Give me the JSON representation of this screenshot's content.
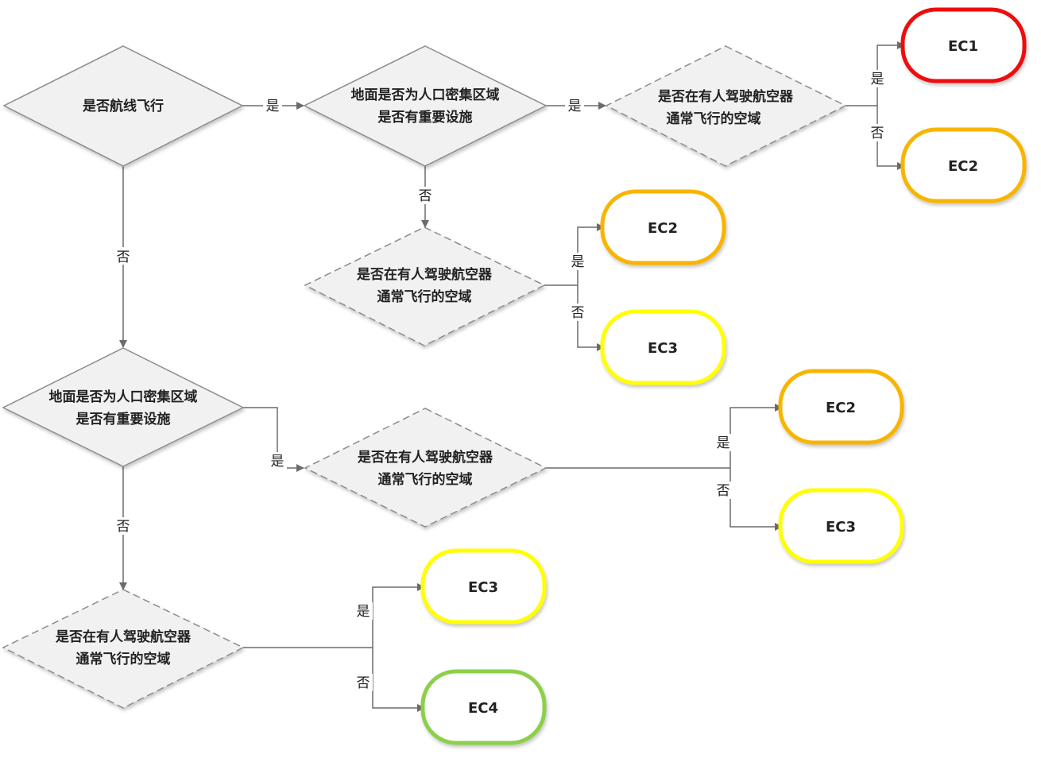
{
  "colors": {
    "line": "#6b6b6b",
    "diamond_fill": "#f1f1f1",
    "diamond_stroke": "#8c8c8c",
    "ec1": "#ee1111",
    "ec2": "#f7b500",
    "ec3": "#ffff00",
    "ec4": "#8cd04a"
  },
  "decisions": {
    "d1": {
      "lines": [
        "是否航线飞行"
      ]
    },
    "d2": {
      "lines": [
        "地面是否为人口密集区域",
        "是否有重要设施"
      ]
    },
    "d3": {
      "lines": [
        "是否在有人驾驶航空器",
        "通常飞行的空域"
      ]
    },
    "d4": {
      "lines": [
        "是否在有人驾驶航空器",
        "通常飞行的空域"
      ]
    },
    "d5": {
      "lines": [
        "地面是否为人口密集区域",
        "是否有重要设施"
      ]
    },
    "d6": {
      "lines": [
        "是否在有人驾驶航空器",
        "通常飞行的空域"
      ]
    },
    "d7": {
      "lines": [
        "是否在有人驾驶航空器",
        "通常飞行的空域"
      ]
    }
  },
  "outcomes": {
    "o1": {
      "label": "EC1",
      "level": "ec1"
    },
    "o2": {
      "label": "EC2",
      "level": "ec2"
    },
    "o3": {
      "label": "EC2",
      "level": "ec2"
    },
    "o4": {
      "label": "EC3",
      "level": "ec3"
    },
    "o5": {
      "label": "EC2",
      "level": "ec2"
    },
    "o6": {
      "label": "EC3",
      "level": "ec3"
    },
    "o7": {
      "label": "EC3",
      "level": "ec3"
    },
    "o8": {
      "label": "EC4",
      "level": "ec4"
    }
  },
  "edge_labels": {
    "d1_yes": "是",
    "d1_no": "否",
    "d2_yes": "是",
    "d2_no": "否",
    "d3_yes": "是",
    "d3_no": "否",
    "d4_yes": "是",
    "d4_no": "否",
    "d5_yes": "是",
    "d5_no": "否",
    "d6_yes": "是",
    "d6_no": "否",
    "d7_yes": "是",
    "d7_no": "否"
  }
}
